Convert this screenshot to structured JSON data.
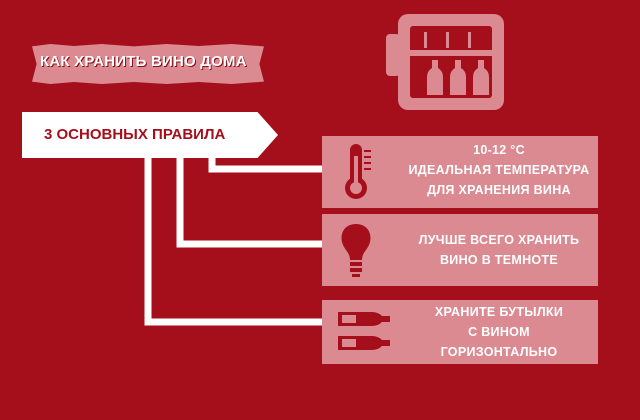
{
  "title": "КАК ХРАНИТЬ ВИНО ДОМА",
  "subtitle": "3 ОСНОВНЫХ ПРАВИЛА",
  "rules": [
    {
      "lines": [
        "10-12 °C",
        "ИДЕАЛЬНАЯ ТЕМПЕРАТУРА",
        "ДЛЯ ХРАНЕНИЯ ВИНА"
      ],
      "icon": "thermometer-icon"
    },
    {
      "lines": [
        "ЛУЧШЕ ВСЕГО ХРАНИТЬ",
        "ВИНО В ТЕМНОТЕ"
      ],
      "icon": "light-bulb-icon"
    },
    {
      "lines": [
        "ХРАНИТЕ БУТЫЛКИ",
        "С ВИНОМ",
        "ГОРИЗОНТАЛЬНО"
      ],
      "icon": "bottles-icon"
    }
  ],
  "colors": {
    "background": "#a50f1b",
    "box": "#db8a91",
    "text": "#ffffff"
  }
}
